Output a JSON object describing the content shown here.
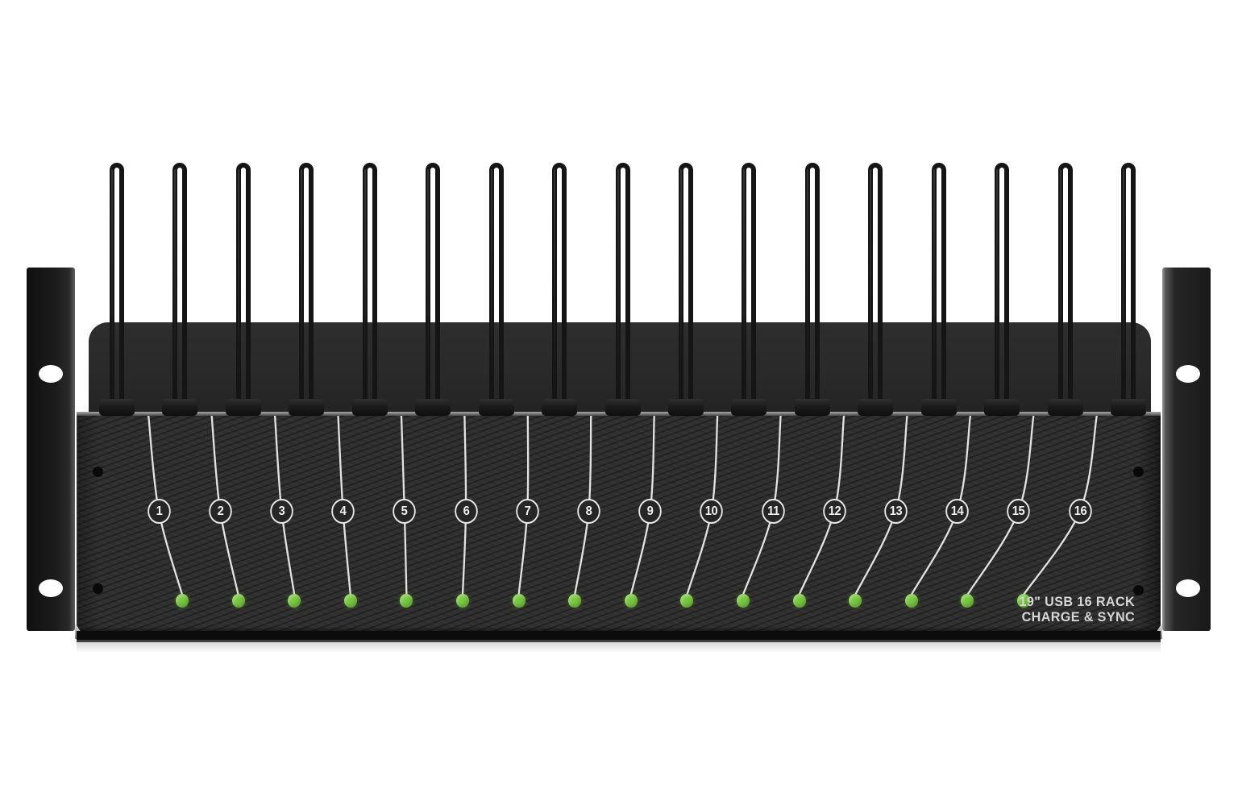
{
  "device": {
    "label_line1": "19\" USB 16 RACK",
    "label_line2": "CHARGE & SYNC"
  },
  "ports": [
    {
      "number": "1",
      "led": "on"
    },
    {
      "number": "2",
      "led": "on"
    },
    {
      "number": "3",
      "led": "on"
    },
    {
      "number": "4",
      "led": "on"
    },
    {
      "number": "5",
      "led": "on"
    },
    {
      "number": "6",
      "led": "on"
    },
    {
      "number": "7",
      "led": "on"
    },
    {
      "number": "8",
      "led": "on"
    },
    {
      "number": "9",
      "led": "on"
    },
    {
      "number": "10",
      "led": "on"
    },
    {
      "number": "11",
      "led": "on"
    },
    {
      "number": "12",
      "led": "on"
    },
    {
      "number": "13",
      "led": "on"
    },
    {
      "number": "14",
      "led": "on"
    },
    {
      "number": "15",
      "led": "on"
    },
    {
      "number": "16",
      "led": "on"
    }
  ],
  "hardware": {
    "divider_count": 17,
    "mounting_holes_per_ear": 2,
    "panel_screw_count": 4
  },
  "colors": {
    "led_on": "#77c83e",
    "indicator_line": "#ececec",
    "panel_base": "#2f2f2f",
    "label_text": "#d6d6d6"
  }
}
